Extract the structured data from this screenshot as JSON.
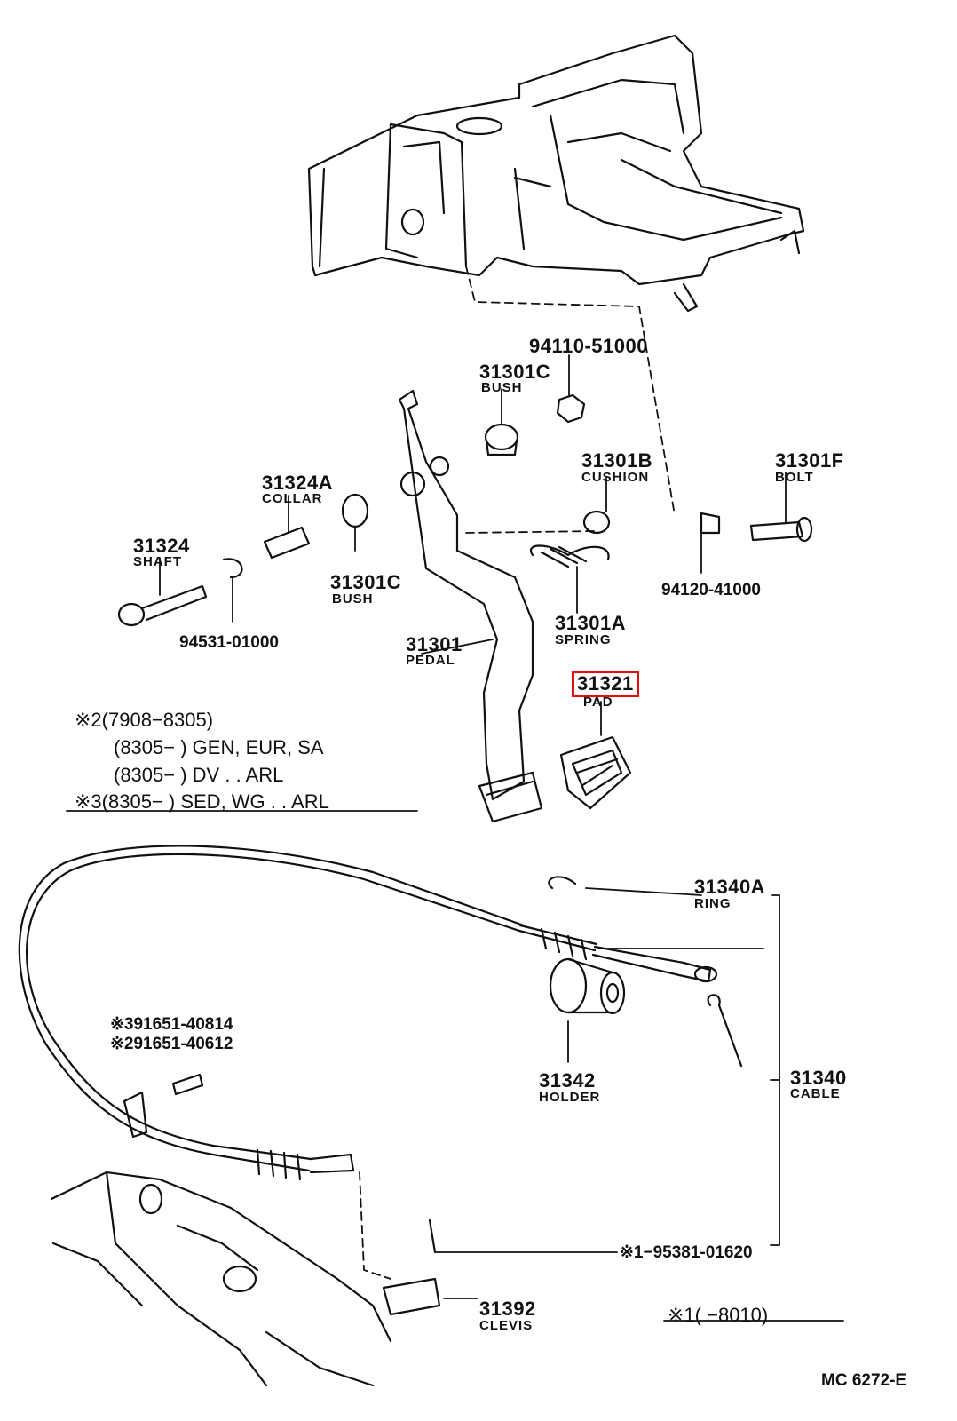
{
  "parts": {
    "nut_top": {
      "number": "94110-51000"
    },
    "bush_top": {
      "number": "31301C",
      "name": "BUSH"
    },
    "cushion": {
      "number": "31301B",
      "name": "CUSHION"
    },
    "bolt": {
      "number": "31301F",
      "name": "BOLT"
    },
    "collar": {
      "number": "31324A",
      "name": "COLLAR"
    },
    "shaft": {
      "number": "31324",
      "name": "SHAFT"
    },
    "bush_lower": {
      "number": "31301C",
      "name": "BUSH"
    },
    "nut_right": {
      "number": "94120-41000"
    },
    "clip": {
      "number": "94531-01000"
    },
    "spring": {
      "number": "31301A",
      "name": "SPRING"
    },
    "pedal": {
      "number": "31301",
      "name": "PEDAL"
    },
    "pad": {
      "number": "31321",
      "name": "PAD",
      "highlight_color": "#e01010"
    },
    "ring": {
      "number": "31340A",
      "name": "RING"
    },
    "cable": {
      "number": "31340",
      "name": "CABLE"
    },
    "holder": {
      "number": "31342",
      "name": "HOLDER"
    },
    "bolt_a": {
      "number": "※391651-40814"
    },
    "bolt_b": {
      "number": "※291651-40612"
    },
    "pin": {
      "number": "※1−95381-01620"
    },
    "clevis": {
      "number": "31392",
      "name": "CLEVIS"
    }
  },
  "notes": {
    "n2_line1": "※2(7908−8305)",
    "n2_line2": "(8305−          ) GEN, EUR, SA",
    "n2_line3": "(8305−          ) DV . . ARL",
    "n3_line1": "※3(8305−          ) SED, WG . . ARL",
    "n1_line1": "※1(         −8010)"
  },
  "figure_code": "MC 6272-E"
}
